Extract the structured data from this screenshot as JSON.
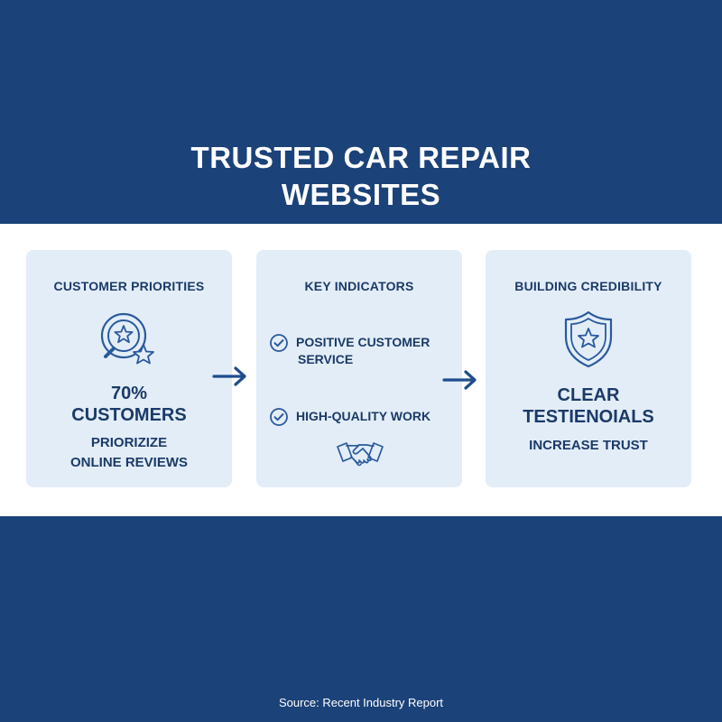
{
  "title": {
    "line1": "TRUSTED CAR REPAIR",
    "line2": "WEBSITES"
  },
  "cards": [
    {
      "title": "CUSTOMER PRIORITIES",
      "icon": "magnifier-star-icon",
      "stat_line1": "70%",
      "stat_line2": "CUSTOMERS",
      "sub_line1": "PRIORIZIZE",
      "sub_line2": "ONLINE REVIEWS"
    },
    {
      "title": "KEY INDICATORS",
      "items": [
        {
          "icon": "check-circle-icon",
          "line1": "POSITIVE CUSTOMER",
          "line2": "SERVICE"
        },
        {
          "icon": "check-circle-icon",
          "line1": "HIGH-QUALITY WORK",
          "line2": ""
        }
      ],
      "icon": "handshake-icon"
    },
    {
      "title": "BUILDING CREDIBILITY",
      "icon": "shield-star-icon",
      "stat_line1": "CLEAR",
      "stat_line2": "TESTIENOIALS",
      "sub_line1": "INCREASE TRUST"
    }
  ],
  "connectors": [
    "arrow-right-icon",
    "arrow-right-icon"
  ],
  "footer": {
    "source": "Source: Recent Industry Report"
  },
  "colors": {
    "background": "#1b4279",
    "band": "#ffffff",
    "card": "#e3edf8",
    "text_dark": "#1b3a68",
    "accent": "#2a5a9c"
  }
}
